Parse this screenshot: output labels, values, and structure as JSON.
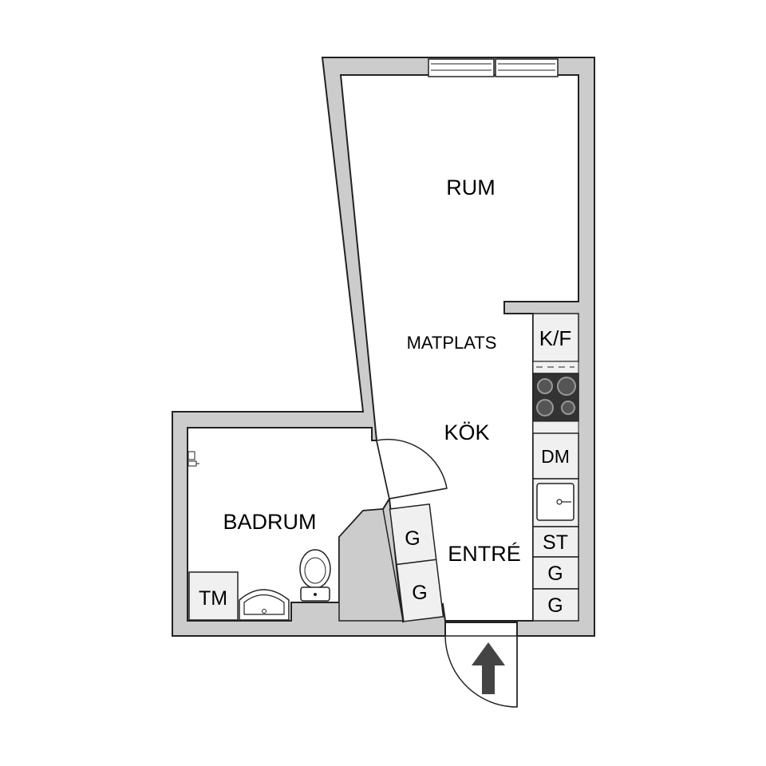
{
  "rooms": {
    "rum": "RUM",
    "matplats": "MATPLATS",
    "kok": "KÖK",
    "badrum": "BADRUM",
    "entre": "ENTRÉ"
  },
  "fixtures": {
    "kf": "K/F",
    "dm": "DM",
    "st": "ST",
    "g_kitchen_1": "G",
    "g_kitchen_2": "G",
    "g_wardrobe_1": "G",
    "g_wardrobe_2": "G",
    "tm": "TM"
  },
  "colors": {
    "wall": "#cccccc",
    "outline": "#222222",
    "floor": "#ffffff",
    "fixture": "#f0f0f0",
    "stove": "#333333"
  },
  "icons": {
    "entrance": "up-arrow-icon"
  }
}
